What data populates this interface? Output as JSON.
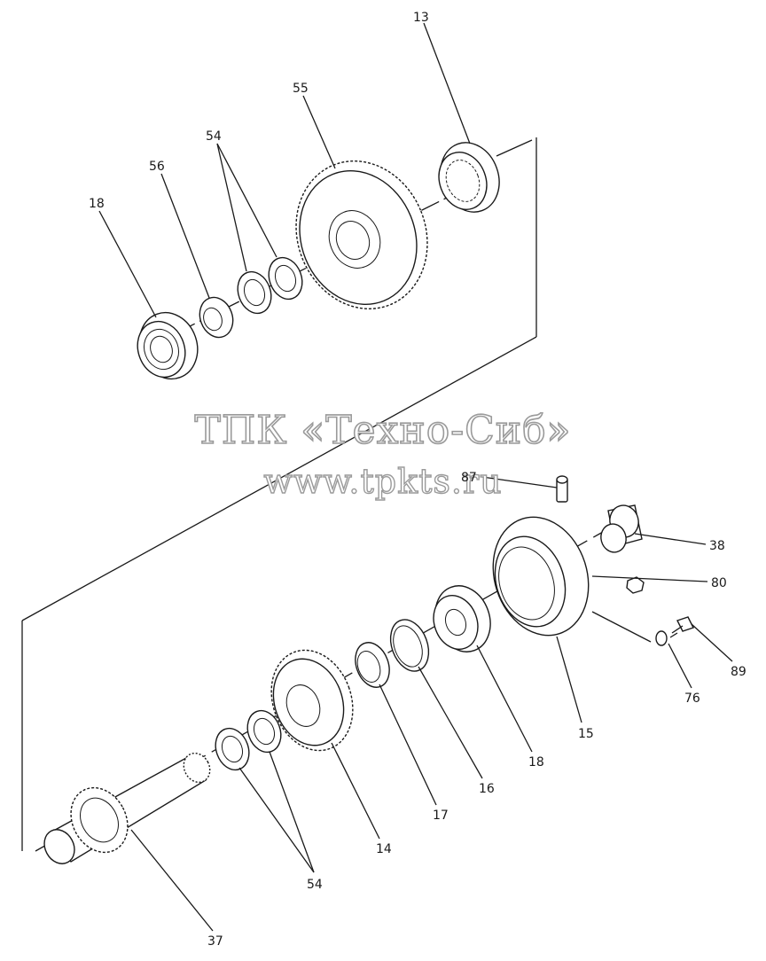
{
  "watermark": {
    "title": "ТПК «Техно-Сиб»",
    "url": "www.tpkts.ru"
  },
  "callouts": {
    "c13": "13",
    "c55": "55",
    "c54_top": "54",
    "c56": "56",
    "c18_top": "18",
    "c87": "87",
    "c38": "38",
    "c80": "80",
    "c89": "89",
    "c76": "76",
    "c15": "15",
    "c18_bottom": "18",
    "c16": "16",
    "c17": "17",
    "c14": "14",
    "c54_bottom": "54",
    "c37": "37"
  }
}
